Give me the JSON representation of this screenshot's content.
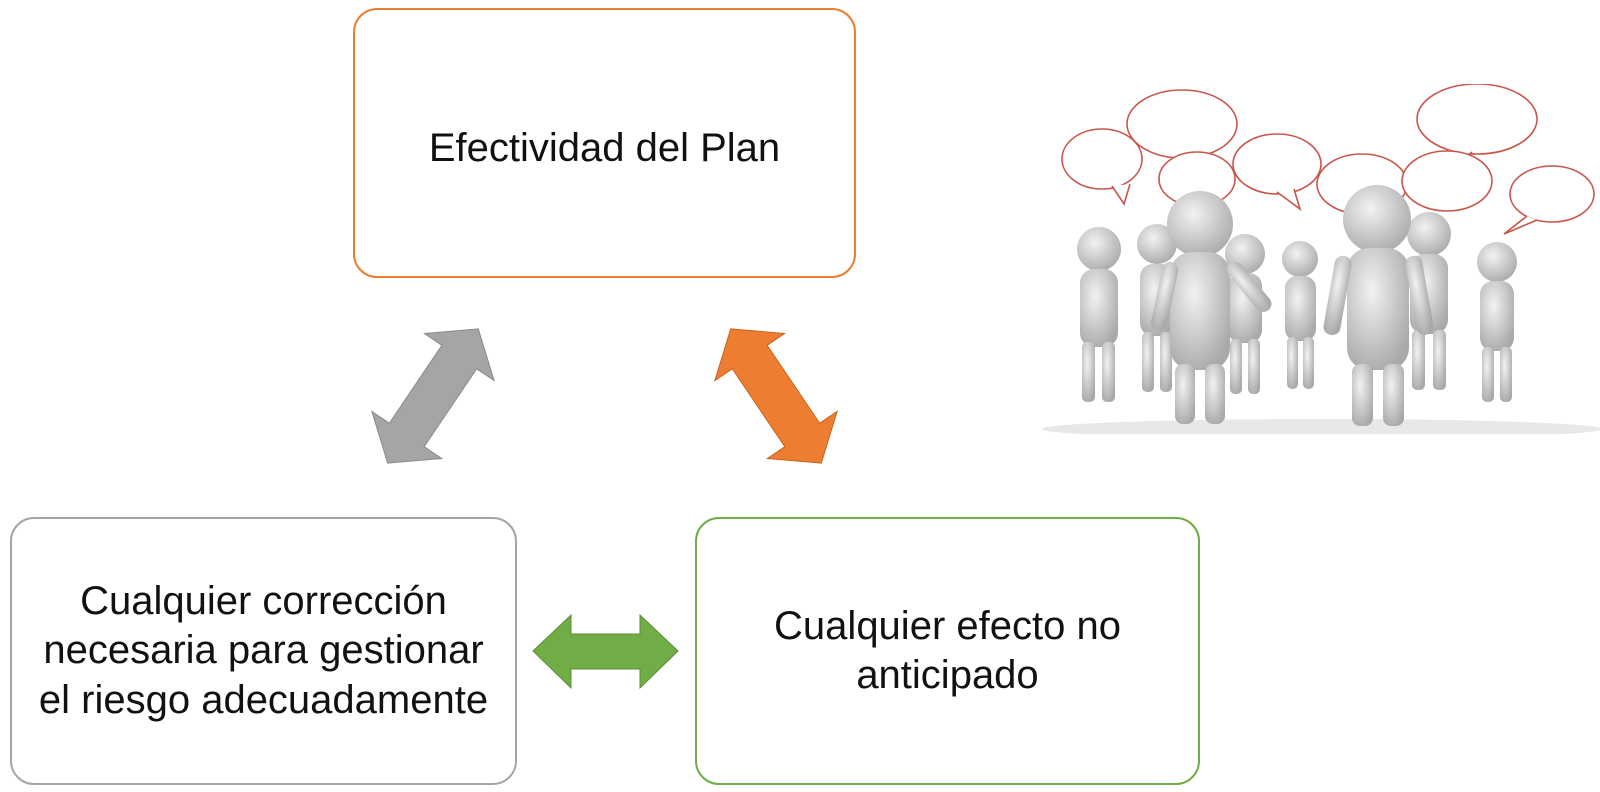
{
  "diagram": {
    "top_box": {
      "text": "Efectividad del Plan"
    },
    "left_box": {
      "text": "Cualquier corrección necesaria para gestionar el riesgo adecuadamente"
    },
    "right_box": {
      "text": "Cualquier efecto no anticipado"
    },
    "arrows": [
      {
        "name": "gray-double-arrow",
        "connects": [
          "left_box",
          "top_box"
        ],
        "color": "#A5A5A5"
      },
      {
        "name": "orange-double-arrow",
        "connects": [
          "top_box",
          "right_box"
        ],
        "color": "#ED7D31"
      },
      {
        "name": "green-double-arrow",
        "connects": [
          "left_box",
          "right_box"
        ],
        "color": "#70AD47"
      }
    ]
  },
  "illustration": {
    "icon": "people-with-speech-bubbles-illustration"
  },
  "colors": {
    "orange": "#ED7D31",
    "gray": "#A5A5A5",
    "green": "#70AD47"
  }
}
